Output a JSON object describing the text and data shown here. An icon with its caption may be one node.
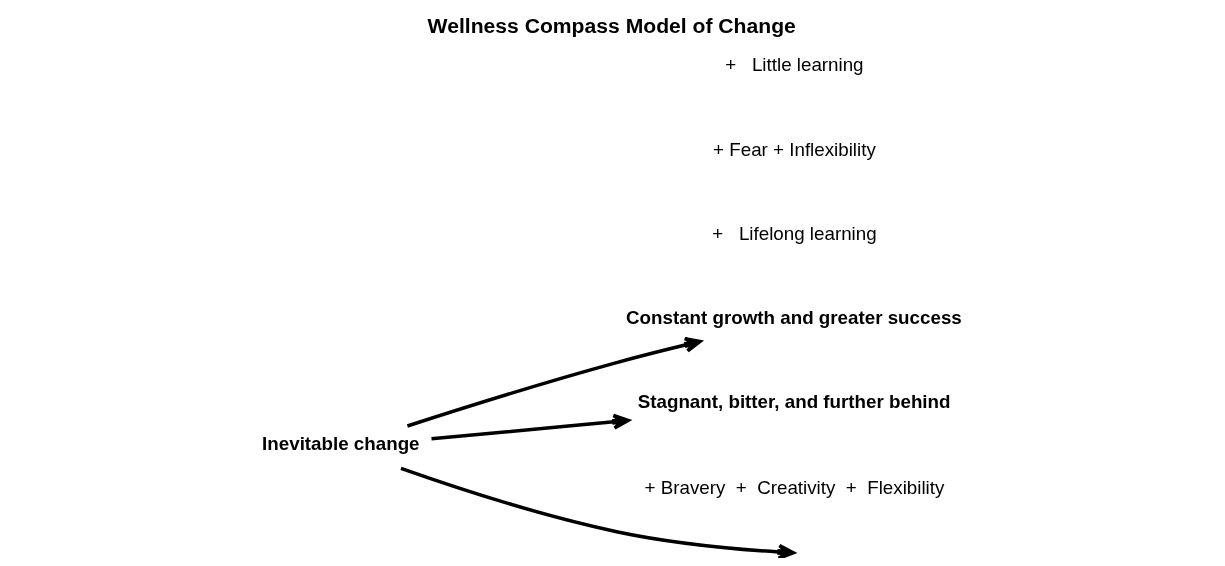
{
  "diagram": {
    "title": "Wellness Compass Model of Change",
    "nodes": [
      {
        "text": [
          "Inevitable change"
        ]
      },
      {
        "text": [
          "Constant growth and greater success"
        ]
      },
      {
        "text": [
          "Stagnant, bitter, and further behind"
        ]
      }
    ],
    "edges": [
      {
        "from": 0,
        "to": 1,
        "arrow": "to"
      },
      {
        "from": 0,
        "to": null,
        "arrow": "to"
      },
      {
        "from": 0,
        "to": 2,
        "arrow": "to"
      }
    ],
    "labels": [
      "+ Bravery  +  Creativity  +  Flexibility",
      "+   Lifelong learning",
      "+ Fear + Inflexibility",
      "+   Little learning"
    ]
  }
}
